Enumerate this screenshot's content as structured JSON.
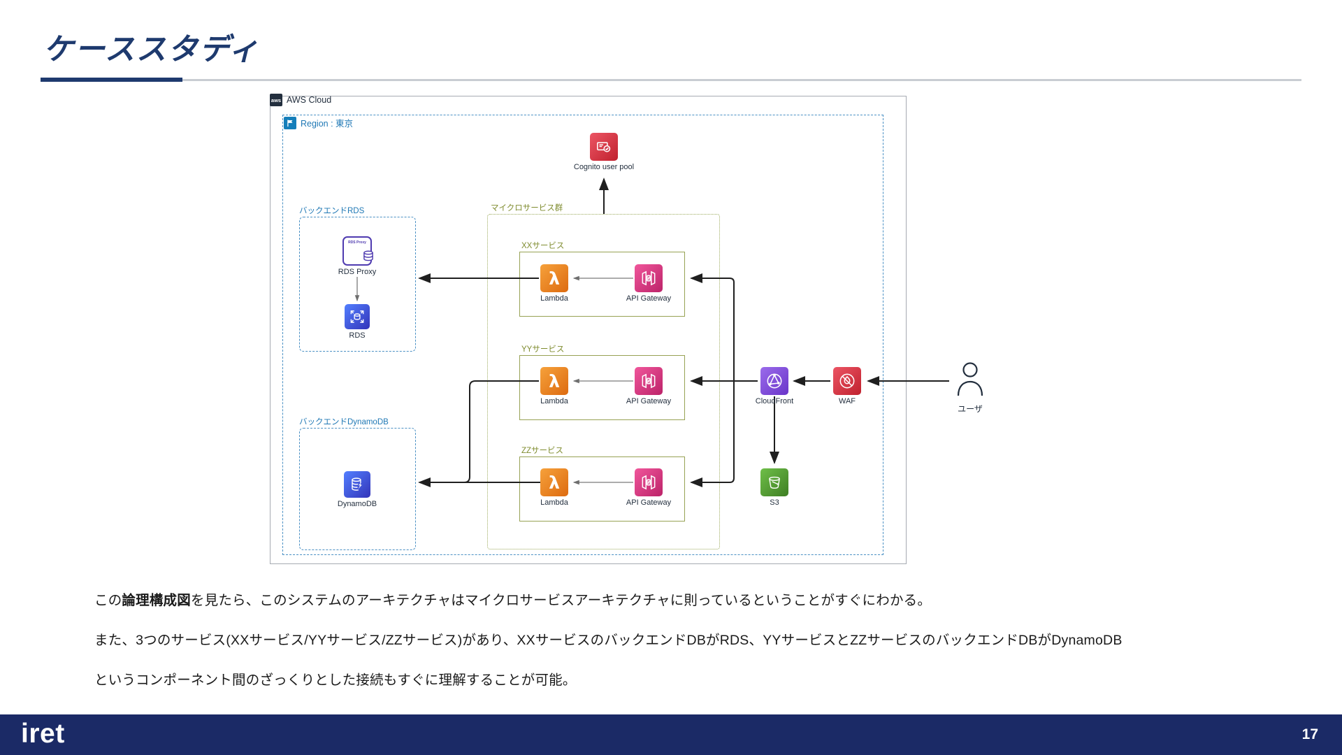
{
  "slide": {
    "title": "ケーススタディ"
  },
  "diagram": {
    "aws_badge_text": "aws",
    "aws_cloud_label": "AWS Cloud",
    "region_label": "Region : 東京",
    "cognito_label": "Cognito user pool",
    "backend_rds": {
      "label": "バックエンドRDS",
      "proxy_badge": "RDS Proxy",
      "rds_proxy_label": "RDS Proxy",
      "rds_label": "RDS"
    },
    "microservices": {
      "label": "マイクロサービス群",
      "services": [
        {
          "label": "XXサービス",
          "lambda_label": "Lambda",
          "api_gateway_label": "API Gateway"
        },
        {
          "label": "YYサービス",
          "lambda_label": "Lambda",
          "api_gateway_label": "API Gateway"
        },
        {
          "label": "ZZサービス",
          "lambda_label": "Lambda",
          "api_gateway_label": "API Gateway"
        }
      ]
    },
    "backend_dynamodb": {
      "label": "バックエンドDynamoDB",
      "dynamodb_label": "DynamoDB"
    },
    "cloudfront_label": "CloudFront",
    "waf_label": "WAF",
    "s3_label": "S3",
    "user_label": "ユーザ"
  },
  "body": {
    "line1_prefix": "この",
    "line1_bold": "論理構成図",
    "line1_suffix": "を見たら、このシステムのアーキテクチャはマイクロサービスアーキテクチャに則っているということがすぐにわかる。",
    "line2": "また、3つのサービス(XXサービス/YYサービス/ZZサービス)があり、XXサービスのバックエンドDBがRDS、YYサービスとZZサービスのバックエンドDBがDynamoDB",
    "line3": "というコンポーネント間のざっくりとした接続もすぐに理解することが可能。"
  },
  "footer": {
    "logo_text": "iret",
    "page_number": "17"
  },
  "colors": {
    "accent_navy": "#1E3A6E",
    "footer_navy": "#1B2A66",
    "region_blue": "#1F78B5",
    "group_olive": "#7F8C2F",
    "lambda_orange": "#DD6B10",
    "api_gateway_pink": "#BC2369",
    "security_red": "#C0212E",
    "cloudfront_purple": "#6A35C9",
    "s3_green": "#3E7E23",
    "database_blue": "#3334B9"
  }
}
